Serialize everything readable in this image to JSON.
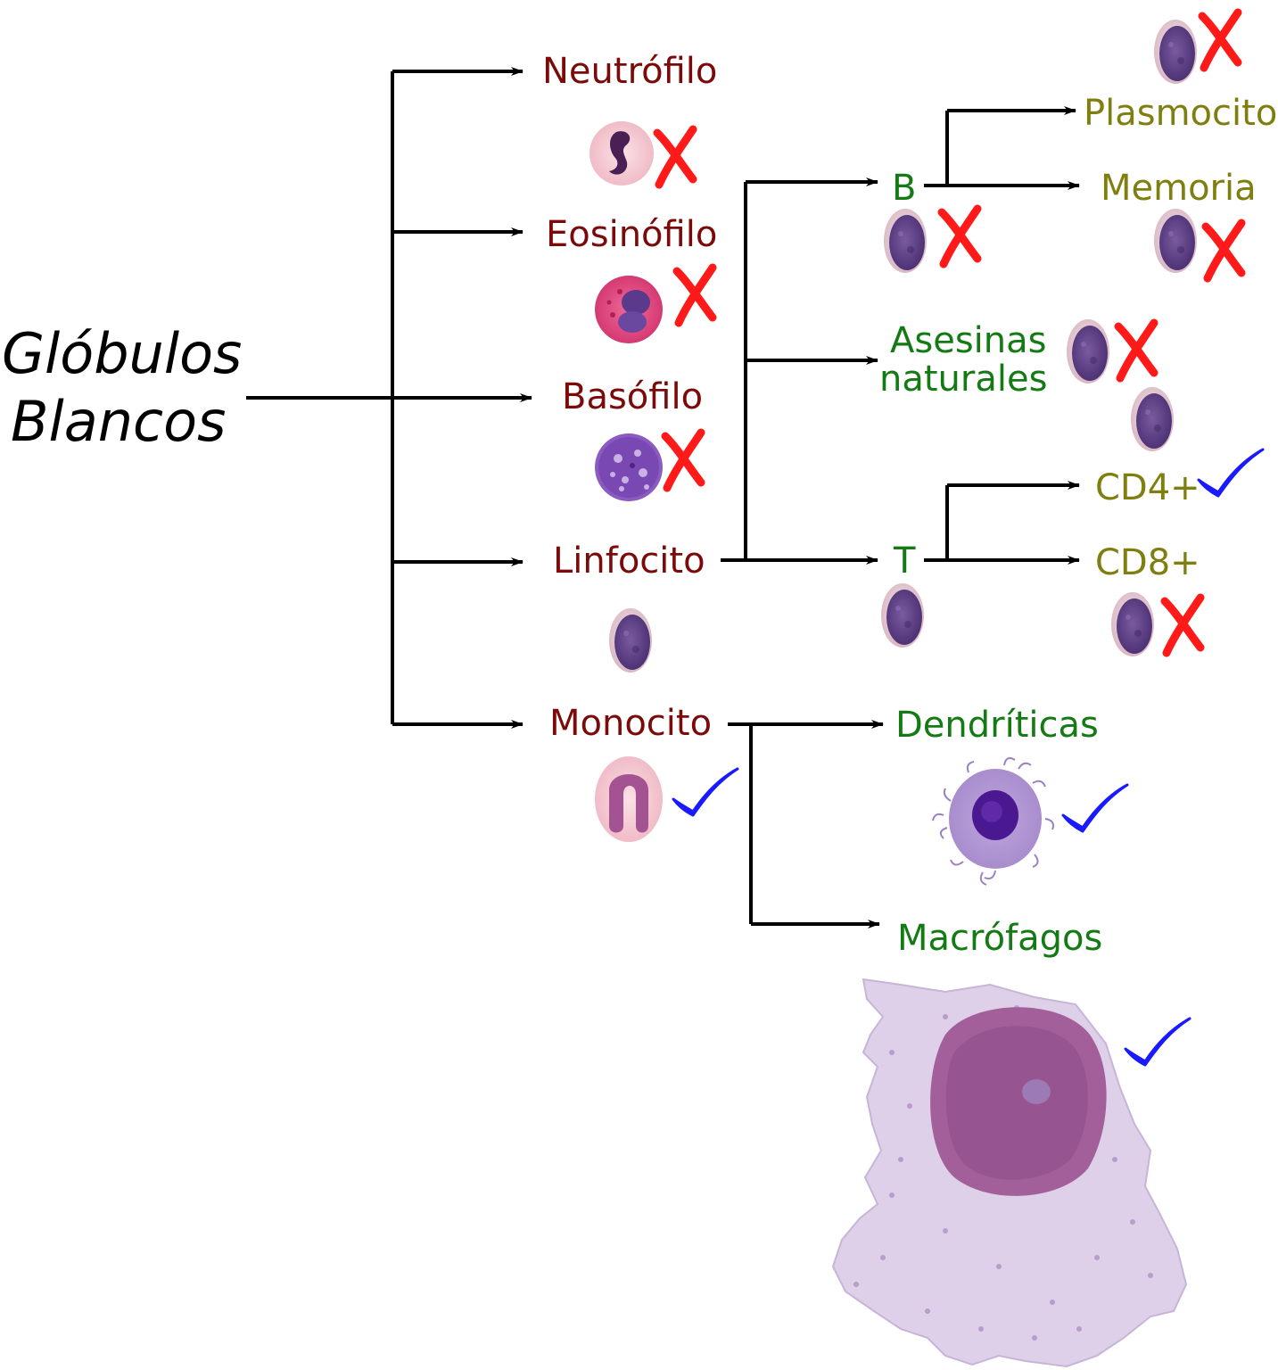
{
  "colors": {
    "root": "#000000",
    "level1": "#7b0a0a",
    "level2": "#147a14",
    "level3": "#7f7f10",
    "cross": "#ff1a1a",
    "check": "#1a1aff",
    "connector": "#000000"
  },
  "root_label": {
    "line1": "Glóbulos",
    "line2": "Blancos"
  },
  "level1": [
    {
      "label": "Neutrófilo",
      "cell_icon": "neutrophil-cell-icon",
      "mark": "cross"
    },
    {
      "label": "Eosinófilo",
      "cell_icon": "eosinophil-cell-icon",
      "mark": "cross"
    },
    {
      "label": "Basófilo",
      "cell_icon": "basophil-cell-icon",
      "mark": "cross"
    },
    {
      "label": "Linfocito",
      "cell_icon": "lymphocyte-cell-icon",
      "mark": "none"
    },
    {
      "label": "Monocito",
      "cell_icon": "monocyte-cell-icon",
      "mark": "check"
    }
  ],
  "lymphocyte_children": [
    {
      "label": "B",
      "cell_icon": "lymphocyte-cell-icon",
      "mark": "cross"
    },
    {
      "label_line1": "Asesinas",
      "label_line2": "naturales",
      "cell_icon": "lymphocyte-cell-icon",
      "mark": "cross"
    },
    {
      "label": "T",
      "cell_icon": "lymphocyte-cell-icon",
      "mark": "none"
    }
  ],
  "b_children": [
    {
      "label": "Plasmocito",
      "cell_icon": "lymphocyte-cell-icon",
      "mark": "cross"
    },
    {
      "label": "Memoria",
      "cell_icon": "lymphocyte-cell-icon",
      "mark": "cross"
    }
  ],
  "t_children": [
    {
      "label": "CD4+",
      "cell_icon": "lymphocyte-cell-icon",
      "mark": "check"
    },
    {
      "label": "CD8+",
      "cell_icon": "lymphocyte-cell-icon",
      "mark": "cross"
    }
  ],
  "monocyte_children": [
    {
      "label": "Dendríticas",
      "cell_icon": "dendritic-cell-icon",
      "mark": "check"
    },
    {
      "label": "Macrófagos",
      "cell_icon": "macrophage-cell-icon",
      "mark": "check"
    }
  ]
}
